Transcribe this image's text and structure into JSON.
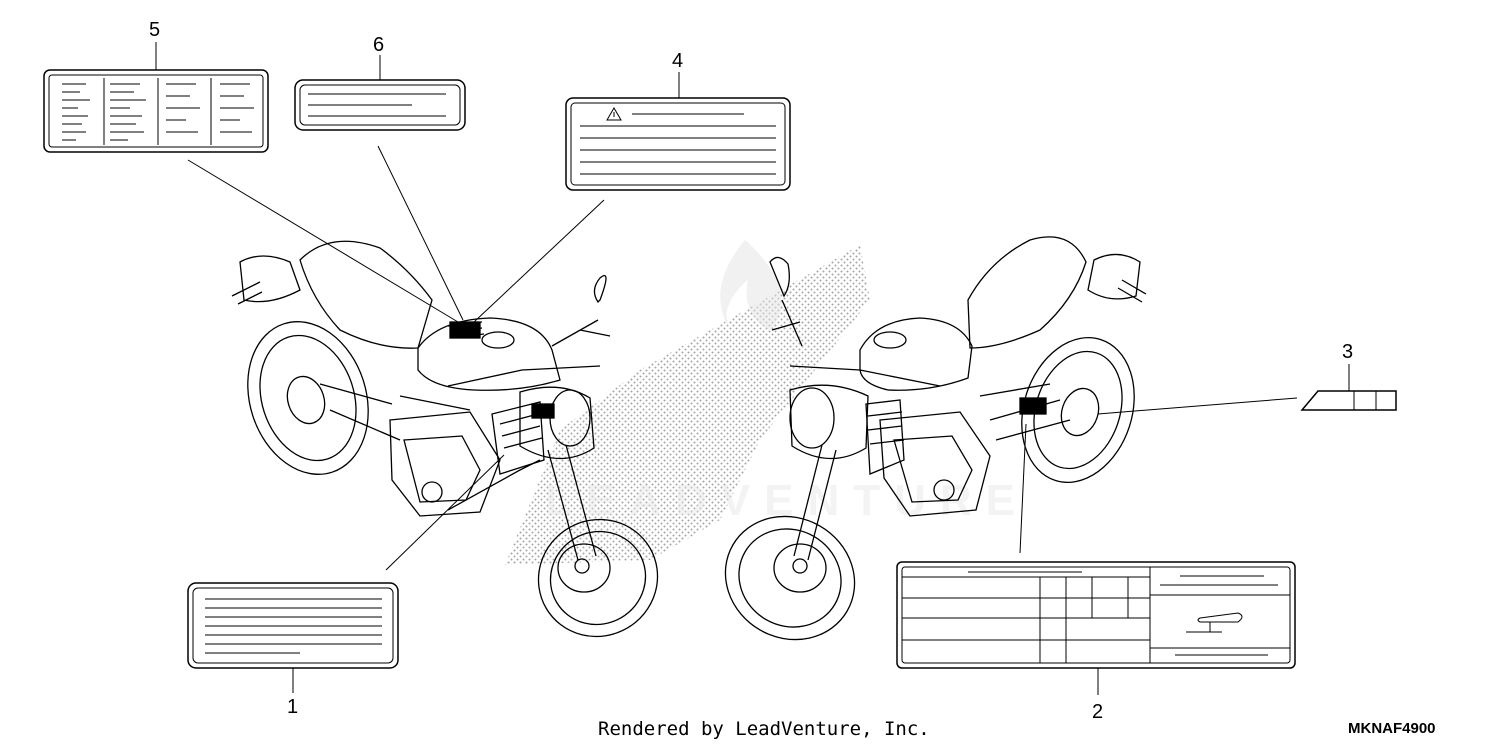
{
  "callouts": [
    {
      "id": "1",
      "label": "1"
    },
    {
      "id": "2",
      "label": "2"
    },
    {
      "id": "3",
      "label": "3"
    },
    {
      "id": "4",
      "label": "4"
    },
    {
      "id": "5",
      "label": "5"
    },
    {
      "id": "6",
      "label": "6"
    }
  ],
  "footer": {
    "credit": "Rendered by LeadVenture, Inc.",
    "diagram_code": "MKNAF4900"
  },
  "watermark": "LEADVENTURE",
  "colors": {
    "ink": "#000000",
    "stipple": "#9a9a9a",
    "watermark": "#e6e6e6"
  }
}
